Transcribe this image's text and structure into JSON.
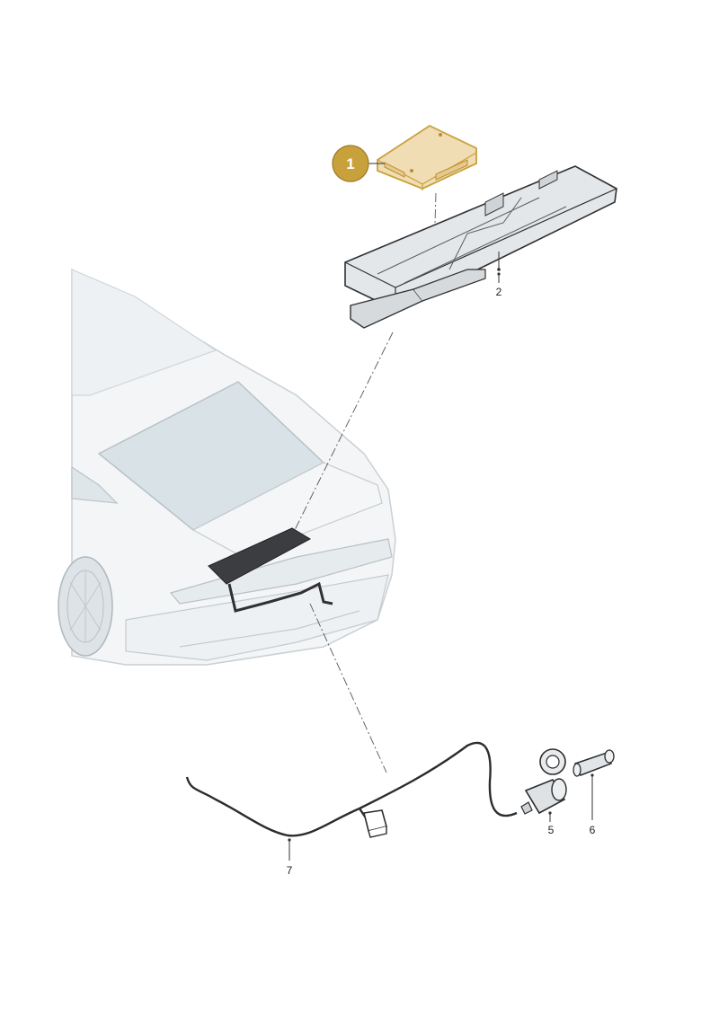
{
  "callouts": [
    {
      "id": "1",
      "text": "1",
      "highlight": true
    },
    {
      "id": "2",
      "text": "2"
    },
    {
      "id": "5",
      "text": "5"
    },
    {
      "id": "6",
      "text": "6"
    },
    {
      "id": "7",
      "text": "7"
    }
  ],
  "colors": {
    "highlight": "#c9a13b",
    "highlight_light": "#f1ddb4",
    "line": "#3a3a3a",
    "car_fill": "#eef2f4",
    "glass": "#d7e1e6",
    "part_fill": "#dde1e4"
  }
}
